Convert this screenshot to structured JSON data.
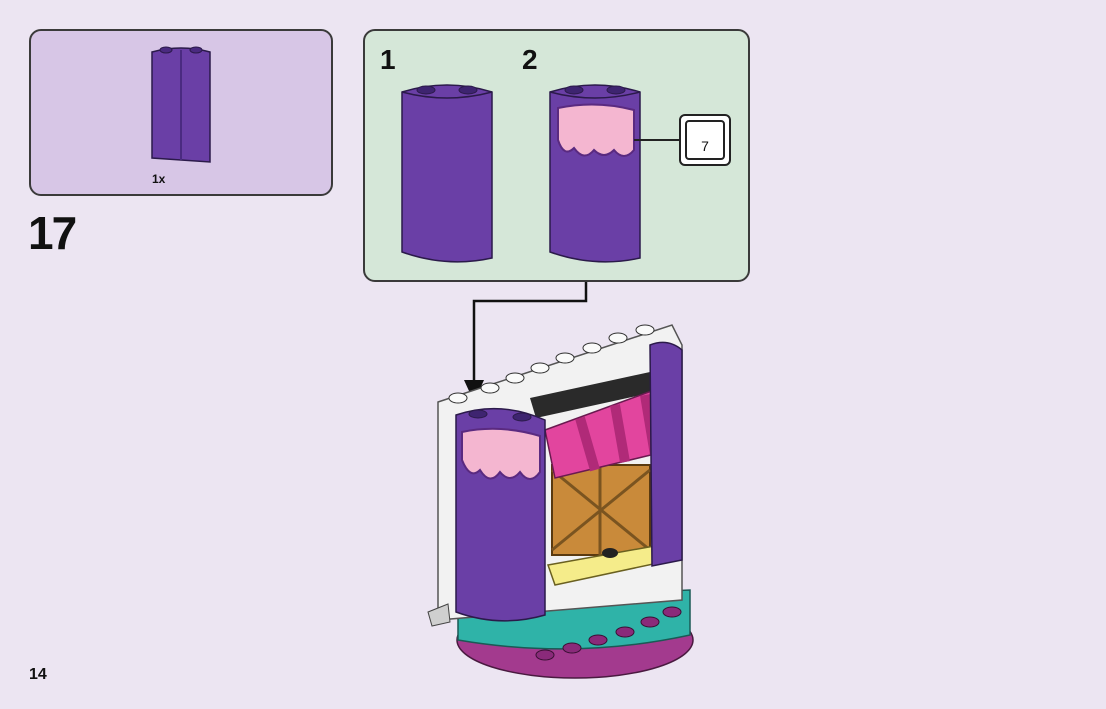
{
  "parts_panel": {
    "count_label": "1x"
  },
  "step": {
    "number": "17"
  },
  "subassembly": {
    "step_labels": [
      "1",
      "2"
    ],
    "sticker_number": "7"
  },
  "page": {
    "number": "14"
  },
  "colors": {
    "background": "#ece5f2",
    "parts_panel": "#d7c6e6",
    "subassembly_panel": "#d5e7d8",
    "brick_purple": "#6a3fa6",
    "awning_magenta": "#e2459e",
    "base_teal": "#2fb3a8",
    "base_magenta": "#a33a8e"
  }
}
